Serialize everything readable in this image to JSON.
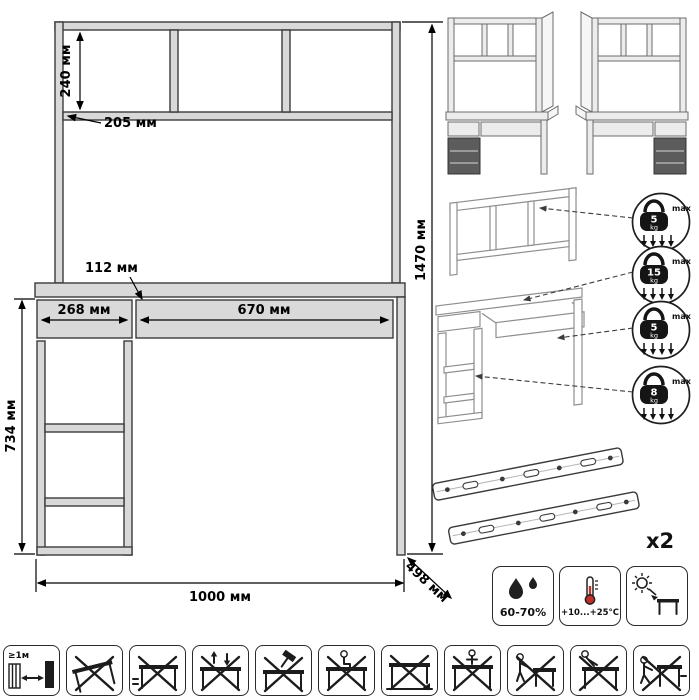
{
  "sheet": {
    "background": "#ffffff",
    "panel_color": "#d9d9d9",
    "outline_color": "#3b3b3b"
  },
  "main_drawing": {
    "dimensions": {
      "shelf_height": "240 мм",
      "shelf_depth": "205 мм",
      "drawer_front_height": "112 мм",
      "left_drawer_width": "268 мм",
      "right_drawer_width": "670 мм",
      "desk_height": "734 мм",
      "total_height": "1470 мм",
      "total_width": "1000 мм",
      "depth": "498 мм"
    }
  },
  "load_callouts": [
    {
      "value": "5",
      "unit": "kg",
      "limit": "max"
    },
    {
      "value": "15",
      "unit": "kg",
      "limit": "max"
    },
    {
      "value": "5",
      "unit": "kg",
      "limit": "max"
    },
    {
      "value": "8",
      "unit": "kg",
      "limit": "max"
    }
  ],
  "slides": {
    "quantity": "x2"
  },
  "conditions": {
    "humidity": "60-70%",
    "temperature": "+10...+25°C"
  },
  "care": {
    "distance": "≥1м",
    "icons": [
      "heater-distance-icon",
      "no-tilt-icon",
      "no-drag-icon",
      "no-climb-icon",
      "no-hammer-icon",
      "no-sit-icon",
      "uneven-floor-icon",
      "no-stand-icon",
      "no-carry-alone-icon",
      "no-lean-icon",
      "no-push-icon"
    ]
  }
}
